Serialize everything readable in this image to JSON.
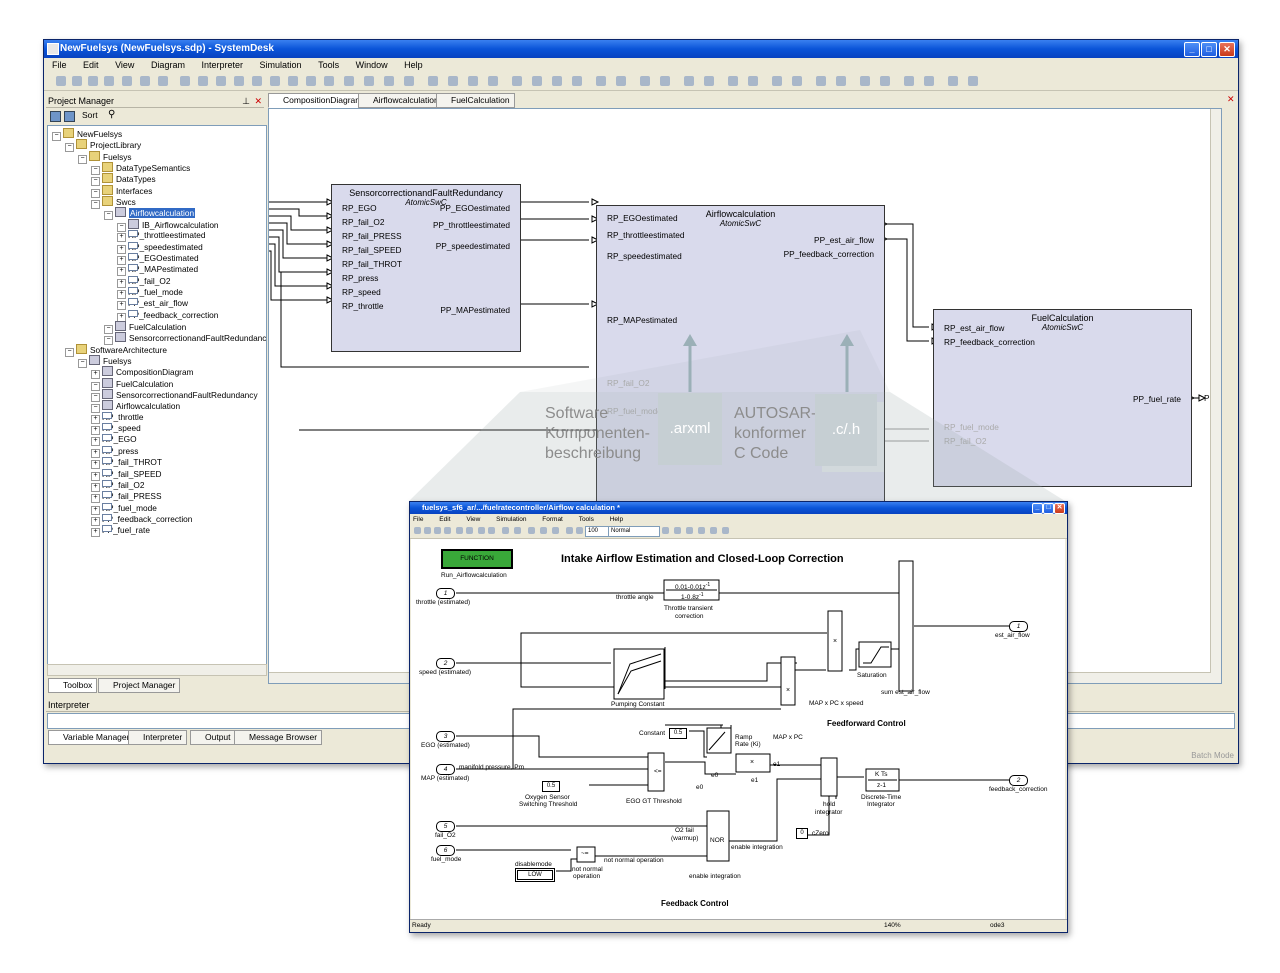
{
  "window": {
    "title": "NewFuelsys (NewFuelsys.sdp) - SystemDesk",
    "menu": [
      "File",
      "Edit",
      "View",
      "Diagram",
      "Interpreter",
      "Simulation",
      "Tools",
      "Window",
      "Help"
    ]
  },
  "project_manager": {
    "title": "Project Manager",
    "sort_label": "Sort",
    "tree": [
      {
        "label": "NewFuelsys",
        "level": 0,
        "icon": "project"
      },
      {
        "label": "ProjectLibrary",
        "level": 1,
        "icon": "library"
      },
      {
        "label": "Fuelsys",
        "level": 2,
        "icon": "folder"
      },
      {
        "label": "DataTypeSemantics",
        "level": 3,
        "icon": "folder"
      },
      {
        "label": "DataTypes",
        "level": 3,
        "icon": "folder"
      },
      {
        "label": "Interfaces",
        "level": 3,
        "icon": "folder"
      },
      {
        "label": "Swcs",
        "level": 3,
        "icon": "folder"
      },
      {
        "label": "Airflowcalculation",
        "level": 4,
        "icon": "component",
        "selected": true
      },
      {
        "label": "IB_Airflowcalculation",
        "level": 5,
        "icon": "component"
      },
      {
        "label": "RP_throttleestimated",
        "level": 5,
        "icon": "port"
      },
      {
        "label": "RP_speedestimated",
        "level": 5,
        "icon": "port"
      },
      {
        "label": "RP_EGOestimated",
        "level": 5,
        "icon": "port"
      },
      {
        "label": "RP_MAPestimated",
        "level": 5,
        "icon": "port"
      },
      {
        "label": "RP_fail_O2",
        "level": 5,
        "icon": "port"
      },
      {
        "label": "RP_fuel_mode",
        "level": 5,
        "icon": "port"
      },
      {
        "label": "PP_est_air_flow",
        "level": 5,
        "icon": "port"
      },
      {
        "label": "PP_feedback_correction",
        "level": 5,
        "icon": "port"
      },
      {
        "label": "FuelCalculation",
        "level": 4,
        "icon": "component"
      },
      {
        "label": "SensorcorrectionandFaultRedundancy",
        "level": 4,
        "icon": "component"
      },
      {
        "label": "SoftwareArchitecture",
        "level": 1,
        "icon": "library"
      },
      {
        "label": "Fuelsys",
        "level": 2,
        "icon": "component"
      },
      {
        "label": "CompositionDiagram",
        "level": 3,
        "icon": "diagram"
      },
      {
        "label": "FuelCalculation",
        "level": 3,
        "icon": "component"
      },
      {
        "label": "SensorcorrectionandFaultRedundancy",
        "level": 3,
        "icon": "component"
      },
      {
        "label": "Airflowcalculation",
        "level": 3,
        "icon": "component"
      },
      {
        "label": "RP_throttle",
        "level": 3,
        "icon": "port"
      },
      {
        "label": "RP_speed",
        "level": 3,
        "icon": "port"
      },
      {
        "label": "RP_EGO",
        "level": 3,
        "icon": "port"
      },
      {
        "label": "RP_press",
        "level": 3,
        "icon": "port"
      },
      {
        "label": "RP_fail_THROT",
        "level": 3,
        "icon": "port"
      },
      {
        "label": "RP_fail_SPEED",
        "level": 3,
        "icon": "port"
      },
      {
        "label": "RP_fail_O2",
        "level": 3,
        "icon": "port"
      },
      {
        "label": "RP_fail_PRESS",
        "level": 3,
        "icon": "port"
      },
      {
        "label": "RP_fuel_mode",
        "level": 3,
        "icon": "port"
      },
      {
        "label": "PP_feedback_correction",
        "level": 3,
        "icon": "port"
      },
      {
        "label": "PP_fuel_rate",
        "level": 3,
        "icon": "port"
      }
    ],
    "bottom_tabs": [
      "Toolbox",
      "Project Manager"
    ]
  },
  "editor_tabs": [
    "CompositionDiagram",
    "Airflowcalculation",
    "FuelCalculation"
  ],
  "diagram": {
    "block1": {
      "title": "SensorcorrectionandFaultRedundancy",
      "stereo": "AtomicSwC",
      "in_ports": [
        "RP_EGO",
        "RP_fail_O2",
        "RP_fail_PRESS",
        "RP_fail_SPEED",
        "RP_fail_THROT",
        "RP_press",
        "RP_speed",
        "RP_throttle"
      ],
      "out_ports": [
        "PP_EGOestimated",
        "PP_throttleestimated",
        "PP_speedestimated",
        "PP_MAPestimated"
      ]
    },
    "block2": {
      "title": "Airflowcalculation",
      "stereo": "AtomicSwC",
      "in_ports": [
        "RP_EGOestimated",
        "RP_throttleestimated",
        "RP_speedestimated",
        "RP_MAPestimated",
        "RP_fail_O2",
        "RP_fuel_mode"
      ],
      "out_ports": [
        "PP_est_air_flow",
        "PP_feedback_correction"
      ]
    },
    "block3": {
      "title": "FuelCalculation",
      "stereo": "AtomicSwC",
      "in_ports": [
        "RP_est_air_flow",
        "RP_feedback_correction",
        "RP_fuel_mode",
        "RP_fail_O2"
      ],
      "out_ports": [
        "PP_fuel_rate"
      ],
      "out_label_trunc": "PP_F"
    }
  },
  "overlay": {
    "left_text": [
      "Software",
      "Komponenten-",
      "beschreibung"
    ],
    "doc1": ".arxml",
    "mid_text": [
      "AUTOSAR-",
      "konformer",
      "C Code"
    ],
    "doc2": ".c/.h"
  },
  "interpreter": {
    "title": "Interpreter",
    "tabs": [
      "Variable Manager",
      "Interpreter",
      "Output",
      "Message Browser"
    ],
    "status": "Batch Mode"
  },
  "simulink": {
    "title": "fuelsys_sf6_ar/.../fuelratecontroller/Airflow calculation *",
    "menu": [
      "File",
      "Edit",
      "View",
      "Simulation",
      "Format",
      "Tools",
      "Help"
    ],
    "sim_time": "100",
    "sim_mode": "Normal",
    "heading": "Intake Airflow Estimation and Closed-Loop Correction",
    "function_block": "FUNCTION",
    "function_label": "Run_Airflowcalculation",
    "inports": [
      {
        "num": "1",
        "label": "throttle (estimated)"
      },
      {
        "num": "2",
        "label": "speed (estimated)"
      },
      {
        "num": "3",
        "label": "EGO (estimated)"
      },
      {
        "num": "4",
        "label": "MAP (estimated)"
      },
      {
        "num": "5",
        "label": "fail_O2"
      },
      {
        "num": "6",
        "label": "fuel_mode"
      }
    ],
    "outports": [
      {
        "num": "1",
        "label": "est_air_flow"
      },
      {
        "num": "2",
        "label": "feedback_correction"
      }
    ],
    "labels": {
      "throttle_angle": "throttle angle",
      "tf_num": "0.01-0.01z",
      "tf_num_exp": "-1",
      "tf_den": "1-0.8z",
      "tf_den_exp": "-1",
      "throttle_transient": "Throttle transient",
      "correction": "correction",
      "pumping_constant": "Pumping Constant",
      "map_pc_speed": "MAP x PC x speed",
      "saturation": "Saturation",
      "sum_est": "sum est_air_flow",
      "feedforward": "Feedforward Control",
      "map_pc": "MAP x PC",
      "constant": "Constant",
      "constant_val": "0.5",
      "ramp_rate": "Ramp",
      "ramp_rate2": "Rate (Ki)",
      "manifold_pressure": "manifold pressure, Pm",
      "e0": "e0",
      "e1": "e1",
      "ego_gt": "EGO GT Threshold",
      "oxygen_sensor": "Oxygen Sensor",
      "switching_threshold": "Switching Threshold",
      "threshold_val": "0.5",
      "hold": "hold",
      "integrator": "integrator",
      "dt_num": "K Ts",
      "dt_den": "z-1",
      "discrete_time": "Discrete-Time",
      "integrator2": "Integrator",
      "czero": "cZero",
      "czero_val": "0",
      "o2_fail": "O2 fail",
      "warmup": "(warmup)",
      "nor": "NOR",
      "enable_integration": "enable integration",
      "enable_integration2": "enable integration",
      "not_normal_op": "not normal operation",
      "disablemode": "disablemode",
      "low": "LOW",
      "not_normal": "not normal",
      "operation": "operation",
      "feedback": "Feedback Control",
      "le": "<=",
      "ne": "~=",
      "mult": "×"
    },
    "status": {
      "left": "Ready",
      "mid": "140%",
      "right": "ode3"
    }
  }
}
